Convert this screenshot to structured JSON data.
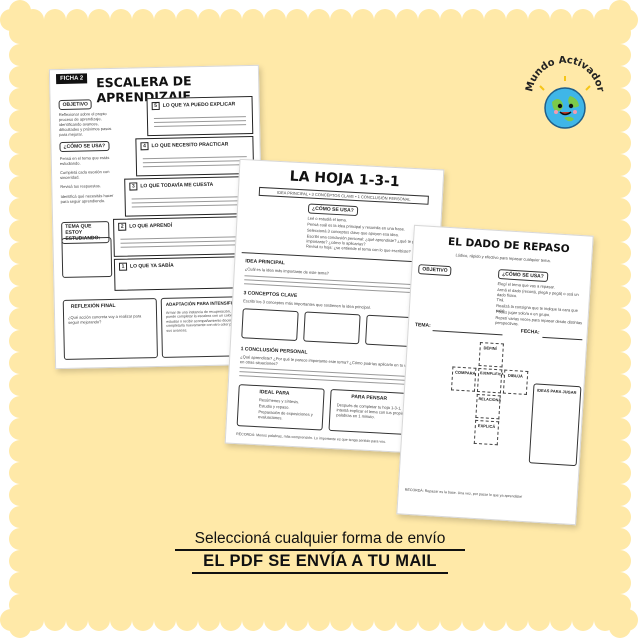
{
  "brand": {
    "name": "Mundo Activador"
  },
  "sheets": {
    "sheet1": {
      "badge": "FICHA 2",
      "title": "ESCALERA DE APRENDIZAJE",
      "objective_label": "OBJETIVO",
      "objective_text": "Reflexionar sobre el propio proceso de aprendizaje, identificando avances, dificultades y próximos pasos para mejorar.",
      "howto_label": "¿CÓMO SE USA?",
      "howto_steps": [
        "Pensá en el tema que estás estudiando.",
        "Completá cada escalón con sinceridad.",
        "Revisá tus respuestas.",
        "Identificá qué necesitás hacer para seguir aprendiendo."
      ],
      "topic_label": "TEMA QUE ESTOY ESTUDIANDO:",
      "steps": [
        {
          "num": "5",
          "label": "LO QUE YA PUEDO EXPLICAR"
        },
        {
          "num": "4",
          "label": "LO QUE NECESITO PRACTICAR"
        },
        {
          "num": "3",
          "label": "LO QUE TODAVÍA ME CUESTA"
        },
        {
          "num": "2",
          "label": "LO QUE APRENDÍ"
        },
        {
          "num": "1",
          "label": "LO QUE YA SABÍA"
        }
      ],
      "final_label": "REFLEXIÓN FINAL",
      "final_question": "¿Qué acción concreta voy a realizar para seguir mejorando?",
      "adapt_label": "ADAPTACIÓN PARA INTENSIFICACIÓN",
      "adapt_text": "Armar de una instancia de recuperación, el estudiante puede completar la escalera con un color. Después de estudiar o recibir acompañamiento docente, puede completarla nuevamente con otro color para visualizar sus avances."
    },
    "sheet2": {
      "title": "LA HOJA 1-3-1",
      "subtitle": "IDEA PRINCIPAL • 3 CONCEPTOS CLAVE • 1 CONCLUSIÓN PERSONAL",
      "howto_label": "¿CÓMO SE USA?",
      "howto_steps": [
        "Leé o estudiá el tema.",
        "Pensá cuál es la idea principal y resumila en una frase.",
        "Seleccioná 3 conceptos clave que apoyen esa idea.",
        "Escribí una conclusión personal: ¿qué aprendiste? ¿qué te pareció importante? ¿cómo lo aplicarías?",
        "Revisá tu hoja: ¿se entiende el tema con lo que escribiste?"
      ],
      "main_idea_label": "IDEA PRINCIPAL",
      "main_idea_prompt": "¿Cuál es la idea más importante de este tema?",
      "concepts_label": "3 CONCEPTOS CLAVE",
      "concepts_prompt": "Escribí los 3 conceptos más importantes que sostienen la idea principal.",
      "conclusion_label": "1 CONCLUSIÓN PERSONAL",
      "conclusion_prompt": "¿Qué aprendiste? ¿Por qué te parece importante este tema? ¿Cómo podrías aplicarlo en tu vida o en otras situaciones?",
      "ideal_label": "IDEAL PARA",
      "ideal_items": [
        "Resúmenes y síntesis.",
        "Estudio y repaso.",
        "Preparación de exposiciones y evaluaciones."
      ],
      "think_label": "PARA PENSAR",
      "think_text": "Después de completar tu hoja 1-3-1, intentá explicar el tema con tus propias palabras en 1 minuto.",
      "remember": "RECORDÁ: Menos palabras, más comprensión. Lo importante es que tenga sentido para vos."
    },
    "sheet3": {
      "title": "EL DADO DE REPASO",
      "subtitle": "Lúdico, rápido y efectivo para repasar cualquier tema.",
      "objective_label": "OBJETIVO",
      "howto_label": "¿CÓMO SE USA?",
      "howto_steps": [
        "Elegí el tema que vas a repasar.",
        "Armá el dado (recortá, plegá y pegá) o usá un dado físico.",
        "Tirá.",
        "Realizá la consigna que te indique la cara que salió.",
        "Podés jugar solo/a o en grupo.",
        "Repetí varias veces para repasar desde distintas perspectivas."
      ],
      "tema_label": "TEMA:",
      "fecha_label": "FECHA:",
      "faces": [
        "DEFINÍ",
        "COMPARÁ",
        "EJEMPLIFICÁ",
        "DIBUJÁ",
        "RELACIONÁ",
        "EXPLICÁ"
      ],
      "ideas_label": "IDEAS PARA JUGAR",
      "remember": "RECORDÁ: Repasar es la base. Una vez, por pasar lo que ya aprendiste!"
    }
  },
  "caption": {
    "line1": "Seleccioná cualquier forma de envío",
    "line2": "EL PDF SE ENVÍA A TU MAIL"
  },
  "colors": {
    "background": "#ffe9a8",
    "border": "#ffffff",
    "text": "#111111"
  }
}
